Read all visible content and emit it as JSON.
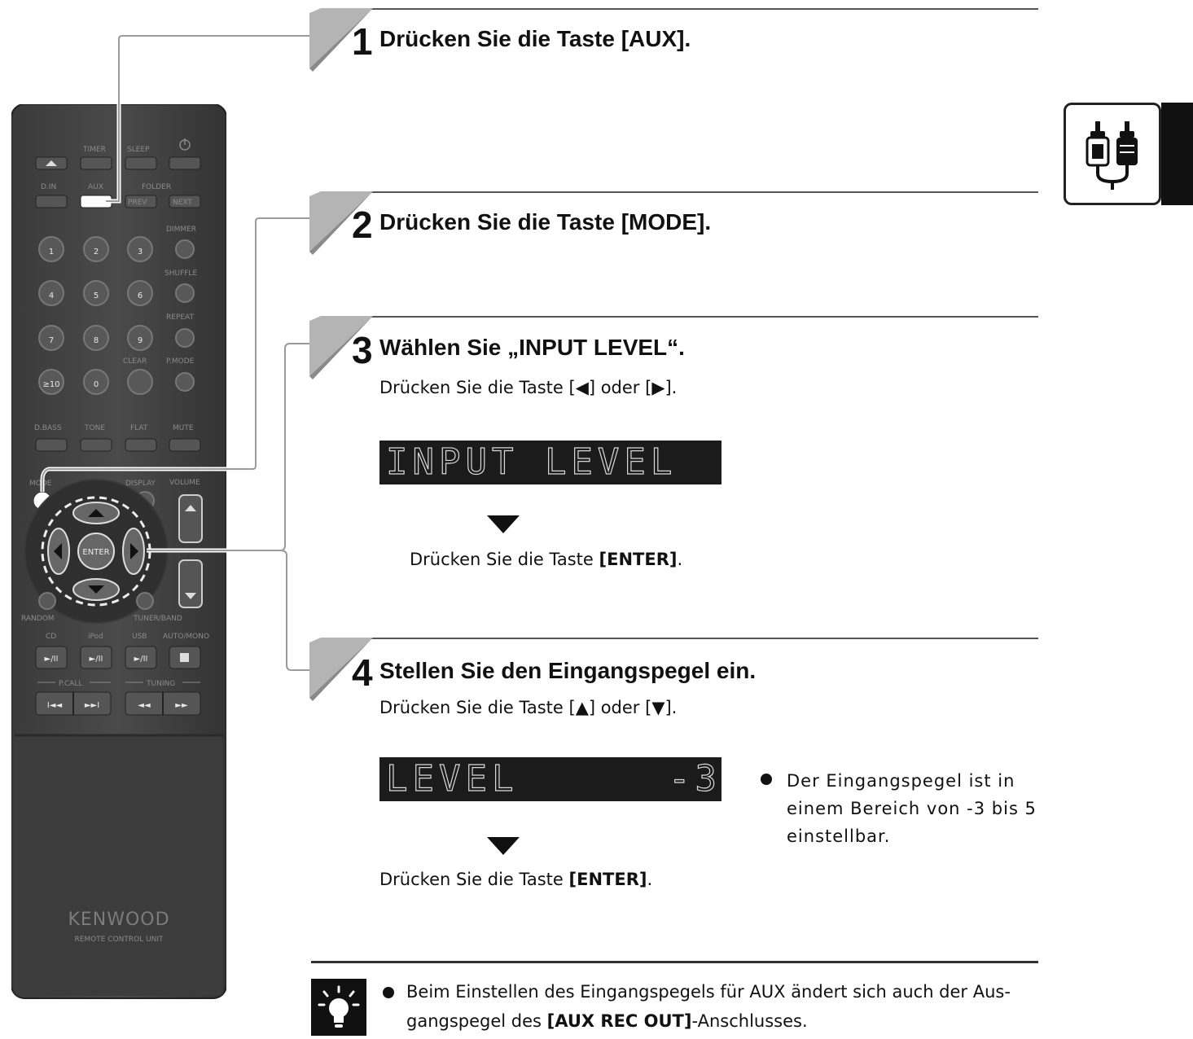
{
  "steps": [
    {
      "num": "1",
      "title": "Drücken Sie die Taste [AUX]."
    },
    {
      "num": "2",
      "title": "Drücken Sie die Taste [MODE]."
    },
    {
      "num": "3",
      "title": "Wählen Sie „INPUT LEVEL“.",
      "instruction_a": "Drücken Sie die Taste [",
      "instruction_b": "] oder [",
      "instruction_c": "].",
      "lcd": "INPUT LEVEL",
      "confirm_prefix": "Drücken Sie die Taste ",
      "confirm_key": "[ENTER]",
      "confirm_suffix": "."
    },
    {
      "num": "4",
      "title": "Stellen Sie den Eingangspegel ein.",
      "instruction_a": "Drücken Sie die Taste [",
      "instruction_b": "] oder [",
      "instruction_c": "].",
      "lcd_left": "LEVEL",
      "lcd_right": "-3",
      "confirm_prefix": "Drücken Sie die Taste ",
      "confirm_key": "[ENTER]",
      "confirm_suffix": ".",
      "note_lines": [
        "Der Eingangspegel ist in",
        "einem Bereich von -3 bis 5",
        "einstellbar."
      ]
    }
  ],
  "tip": {
    "line1": "Beim Einstellen des Eingangspegels für AUX ändert sich auch der Aus-",
    "line2_prefix": "gangspegel des ",
    "line2_key": "[AUX REC OUT]",
    "line2_suffix": "-Anschlusses."
  },
  "remote": {
    "brand": "KENWOOD",
    "subtitle": "REMOTE CONTROL UNIT",
    "top_labels": [
      "TIMER",
      "SLEEP"
    ],
    "row2_labels": [
      "D.IN",
      "AUX",
      "FOLDER"
    ],
    "prev": "PREV",
    "next": "NEXT",
    "side_labels": [
      "DIMMER",
      "SHUFFLE",
      "REPEAT",
      "P.MODE"
    ],
    "numbers": [
      "1",
      "2",
      "3",
      "4",
      "5",
      "6",
      "7",
      "8",
      "9",
      "≥10",
      "0"
    ],
    "clear": "CLEAR",
    "tone_labels": [
      "D.BASS",
      "TONE",
      "FLAT",
      "MUTE"
    ],
    "mode": "MODE",
    "display": "DISPLAY",
    "volume": "VOLUME",
    "enter": "ENTER",
    "source_labels": [
      "CD",
      "iPod",
      "USB",
      "AUTO/MONO"
    ],
    "pcall": "P.CALL",
    "tuning": "TUNING",
    "tuner": "TUNER/BAND",
    "random": "RANDOM"
  }
}
